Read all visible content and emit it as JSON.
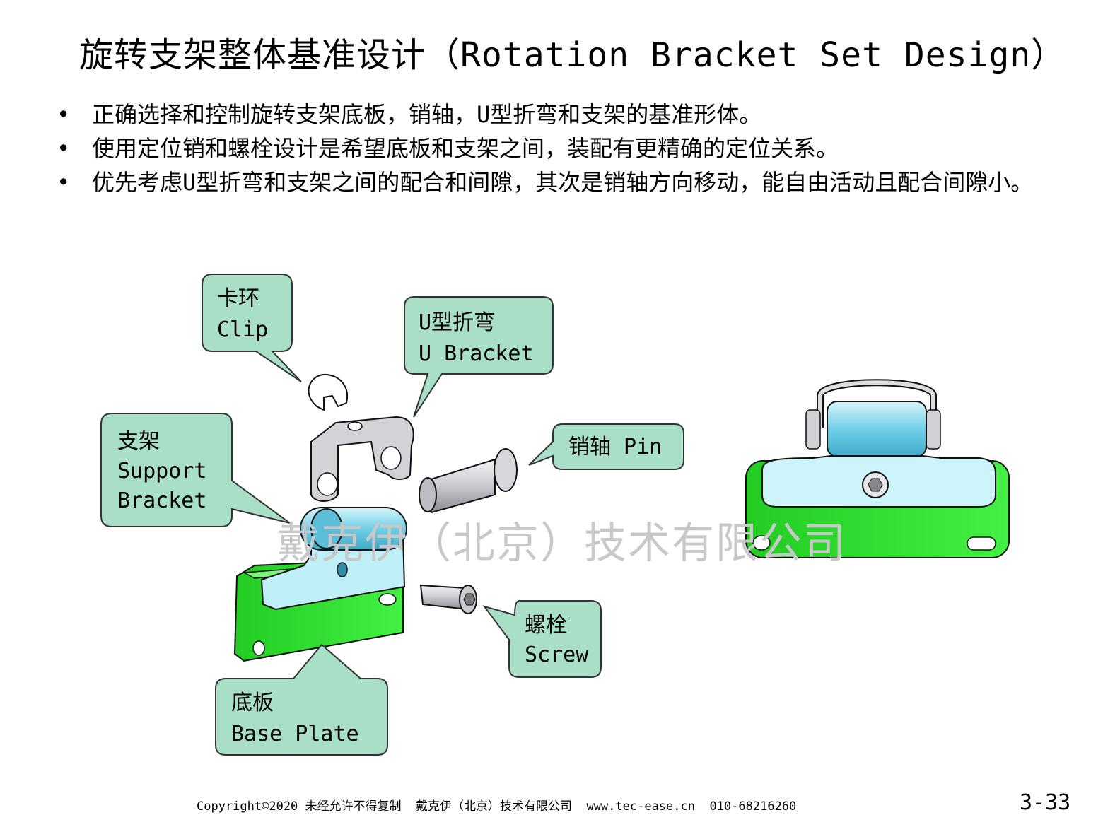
{
  "title": "旋转支架整体基准设计（Rotation Bracket Set Design）",
  "bullets": [
    "正确选择和控制旋转支架底板，销轴，U型折弯和支架的基准形体。",
    "使用定位销和螺栓设计是希望底板和支架之间，装配有更精确的定位关系。",
    "优先考虑U型折弯和支架之间的配合和间隙，其次是销轴方向移动，能自由活动且配合间隙小。"
  ],
  "bullet_symbol": "•",
  "callouts": {
    "clip": {
      "cn": "卡环",
      "en": "Clip"
    },
    "u_bracket": {
      "cn": "U型折弯",
      "en": "U Bracket"
    },
    "support": {
      "cn": "支架",
      "en1": "Support",
      "en2": "Bracket"
    },
    "pin": {
      "label": "销轴 Pin"
    },
    "screw": {
      "cn": "螺栓",
      "en": "Screw"
    },
    "base": {
      "cn": "底板",
      "en": "Base Plate"
    }
  },
  "watermark": "戴克伊（北京）技术有限公司",
  "footer": "Copyright©2020 未经允许不得复制  戴克伊（北京）技术有限公司  www.tec-ease.cn  010-68216260",
  "page_number": "3-33",
  "colors": {
    "callout_fill": "#a9dfc6",
    "callout_stroke": "#333333",
    "base_green": "#33ee33",
    "support_cyan": "#aee9f2",
    "cylinder_blue": "#7fd4ea",
    "metal_gray": "#c8c8cc"
  }
}
